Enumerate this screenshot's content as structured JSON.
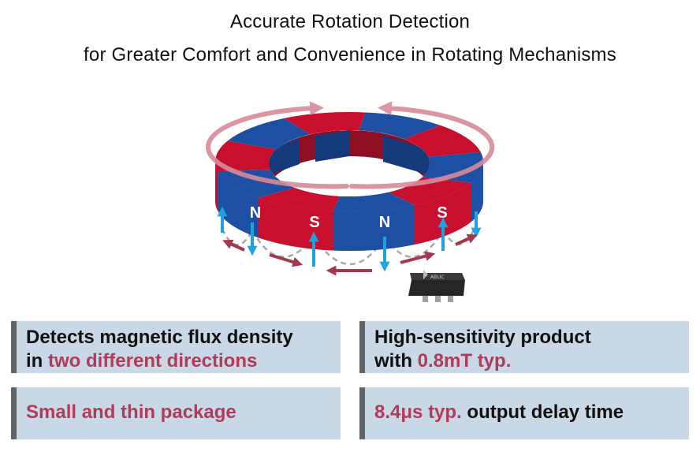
{
  "header": {
    "title_line1": "Accurate Rotation Detection",
    "title_line2": "for Greater Comfort and Convenience in Rotating Mechanisms"
  },
  "diagram": {
    "poles": [
      "N",
      "S",
      "N",
      "S"
    ],
    "chip_label": "ABLIC",
    "colors": {
      "magnet_red": "#c8102e",
      "magnet_red_dark": "#8e0f22",
      "magnet_blue": "#1d4fa3",
      "magnet_blue_dark": "#153a7c",
      "rotation_arrow": "#d98a9a",
      "flux_arrow": "#1fa3e0",
      "field_arrow": "#a3384f",
      "field_line": "#a8a8a8"
    },
    "icons": [
      "rotation-arrow-icon",
      "flux-arrow-icon",
      "field-arrow-icon",
      "ic-chip-icon"
    ]
  },
  "features": {
    "f1": {
      "text1": "Detects magnetic flux density",
      "text2": "in ",
      "highlight": "two different directions"
    },
    "f2": {
      "text1": "High-sensitivity product",
      "text2": "with ",
      "highlight": "0.8mT typ."
    },
    "f3": {
      "highlight": "Small and thin package"
    },
    "f4": {
      "highlight": "8.4μs typ.",
      "text": " output delay time"
    }
  },
  "colors": {
    "accent": "#b23a5a",
    "box_bg": "#c9d8e6",
    "box_bar": "#5f6469"
  }
}
